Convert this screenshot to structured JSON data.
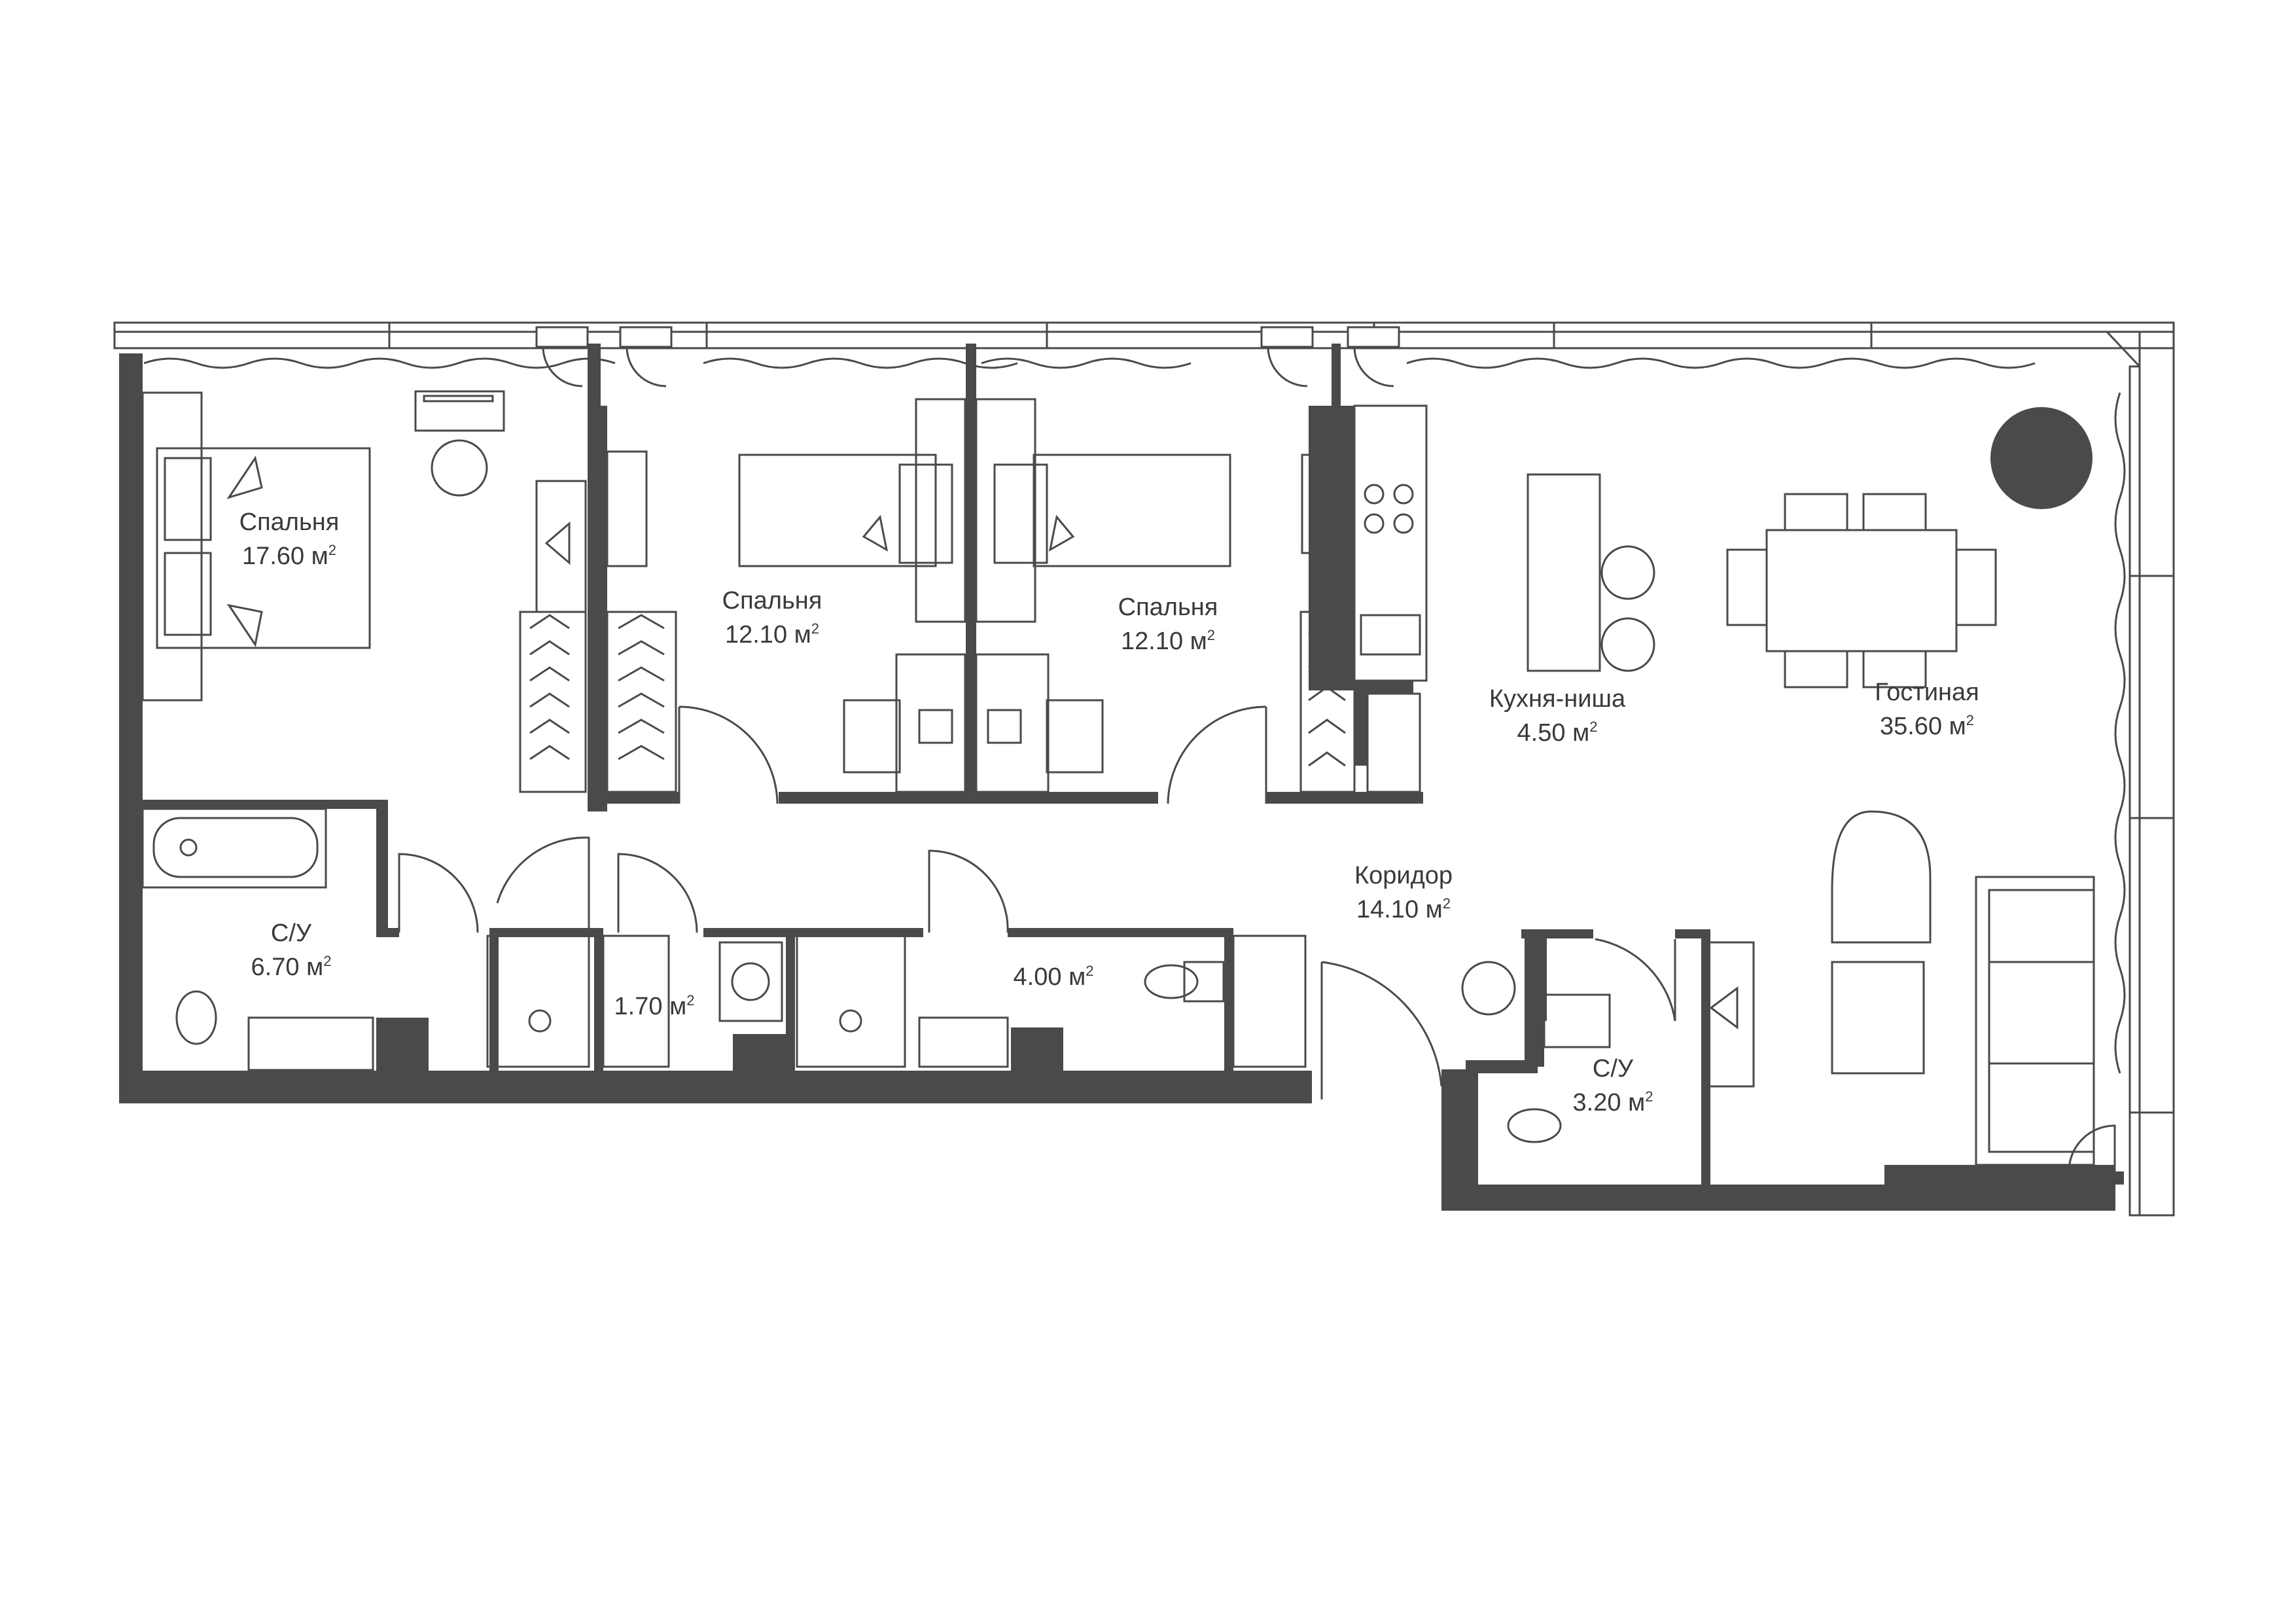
{
  "rooms": [
    {
      "id": "bedroom-1",
      "name": "Спальня",
      "area": "17.60 м",
      "unit_sup": "2"
    },
    {
      "id": "bedroom-2",
      "name": "Спальня",
      "area": "12.10 м",
      "unit_sup": "2"
    },
    {
      "id": "bedroom-3",
      "name": "Спальня",
      "area": "12.10 м",
      "unit_sup": "2"
    },
    {
      "id": "kitchen",
      "name": "Кухня-ниша",
      "area": "4.50 м",
      "unit_sup": "2"
    },
    {
      "id": "living",
      "name": "Гостиная",
      "area": "35.60 м",
      "unit_sup": "2"
    },
    {
      "id": "bath-1",
      "name": "С/У",
      "area": "6.70 м",
      "unit_sup": "2"
    },
    {
      "id": "corridor",
      "name": "Коридор",
      "area": "14.10 м",
      "unit_sup": "2"
    },
    {
      "id": "bath-2",
      "name": "С/У",
      "area": "3.20 м",
      "unit_sup": "2"
    },
    {
      "id": "storage",
      "name": "",
      "area": "1.70 м",
      "unit_sup": "2"
    },
    {
      "id": "bath-3",
      "name": "",
      "area": "4.00 м",
      "unit_sup": "2"
    }
  ],
  "colors": {
    "wall": "#4a4a4c",
    "background": "#ffffff",
    "column": "#4a4a4c"
  }
}
